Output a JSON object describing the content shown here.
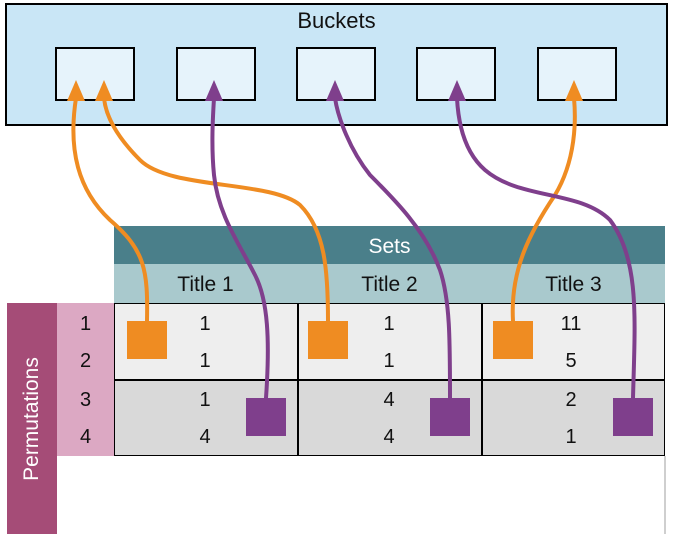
{
  "buckets": {
    "title": "Buckets",
    "count": 5
  },
  "sets": {
    "header": "Sets",
    "columns": [
      {
        "title": "Title 1",
        "values": [
          "1",
          "1",
          "1",
          "4"
        ]
      },
      {
        "title": "Title 2",
        "values": [
          "1",
          "1",
          "4",
          "4"
        ]
      },
      {
        "title": "Title 3",
        "values": [
          "11",
          "5",
          "2",
          "1"
        ]
      }
    ]
  },
  "permutations": {
    "label": "Permutations",
    "indices": [
      "1",
      "2",
      "3",
      "4"
    ]
  },
  "legend_colors": {
    "first_group_marker": "#ef8c22",
    "second_group_marker": "#7f3f8c"
  },
  "mappings": [
    {
      "from": "Title 1 rows 1-2",
      "to_bucket": 1,
      "color": "orange"
    },
    {
      "from": "Title 2 rows 1-2",
      "to_bucket": 1,
      "color": "orange"
    },
    {
      "from": "Title 3 rows 1-2",
      "to_bucket": 5,
      "color": "orange"
    },
    {
      "from": "Title 1 rows 3-4",
      "to_bucket": 2,
      "color": "purple"
    },
    {
      "from": "Title 2 rows 3-4",
      "to_bucket": 3,
      "color": "purple"
    },
    {
      "from": "Title 3 rows 3-4",
      "to_bucket": 4,
      "color": "purple"
    }
  ]
}
